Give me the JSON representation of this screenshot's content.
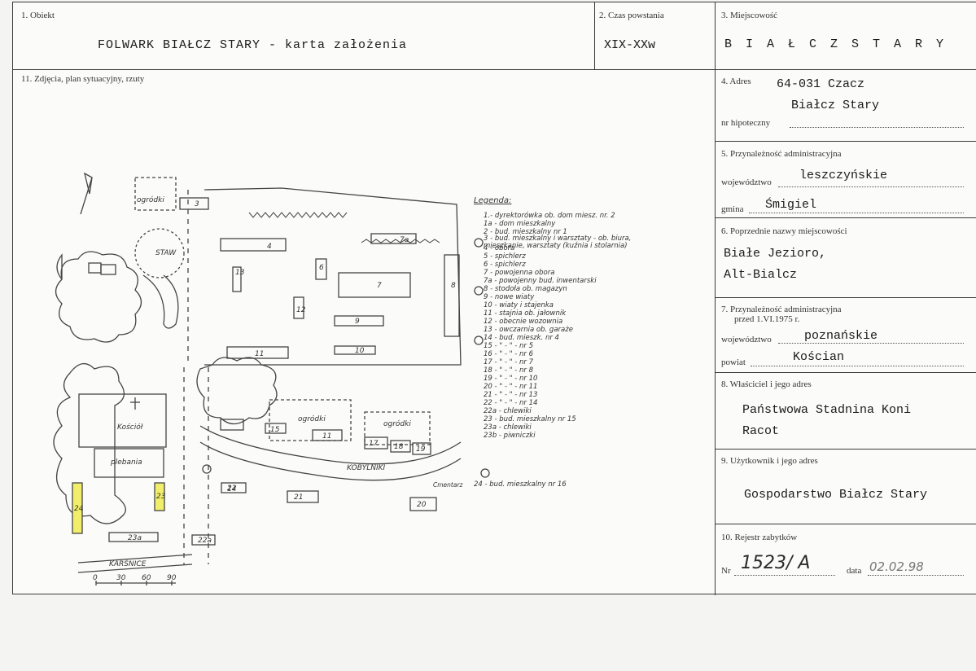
{
  "fields": {
    "obiekt": {
      "label": "1. Obiekt",
      "value": "FOLWARK BIAŁCZ STARY  -  karta założenia"
    },
    "czas": {
      "label": "2. Czas powstania",
      "value": "XIX-XXw"
    },
    "miejscowosc": {
      "label": "3. Miejscowość",
      "value": "B I A Ł C Z     S T A R Y"
    },
    "zdjecia": {
      "label": "11. Zdjęcia, plan sytuacyjny, rzuty"
    },
    "adres": {
      "label": "4. Adres",
      "line1": "64-031 Czacz",
      "line2": "Białcz Stary",
      "hipoteczny_label": "nr hipoteczny"
    },
    "przynaleznosc": {
      "label": "5. Przynależność administracyjna",
      "woj_label": "województwo",
      "woj_value": "leszczyńskie",
      "gmina_label": "gmina",
      "gmina_value": "Śmigiel"
    },
    "poprzednie": {
      "label": "6. Poprzednie nazwy miejscowości",
      "line1": "Białe Jezioro,",
      "line2": "Alt-Bialcz"
    },
    "przynaleznosc1975": {
      "label": "7. Przynależność administracyjna",
      "label2": "przed 1.VI.1975 r.",
      "woj_label": "województwo",
      "woj_value": "poznańskie",
      "powiat_label": "powiat",
      "powiat_value": "Kościan"
    },
    "wlasciciel": {
      "label": "8. Właściciel i jego adres",
      "line1": "Państwowa Stadnina Koni",
      "line2": "Racot"
    },
    "uzytkownik": {
      "label": "9. Użytkownik i jego adres",
      "value": "Gospodarstwo Białcz Stary"
    },
    "rejestr": {
      "label": "10. Rejestr zabytków",
      "nr_label": "Nr",
      "nr_value": "1523/ A",
      "data_label": "data",
      "data_value": "02.02.98"
    }
  },
  "map": {
    "legend_title": "Legenda:",
    "legend": [
      "1.- dyrektorówka ob. dom miesz. nr. 2",
      "1a - dom mieszkalny",
      "2 - bud. mieszkalny nr 1",
      "3 - bud. mieszkalny i warsztaty - ob. biura, mieszkanie, warsztaty (kuźnia i stolarnia)",
      "4 - obora",
      "5 - spichlerz",
      "6 - spichlerz",
      "7 - powojenna obora",
      "7a - powojenny bud. inwentarski",
      "8 - stodoła ob. magazyn",
      "9 - nowe wiaty",
      "10 - wiaty i stajenka",
      "11 - stajnia ob. jałownik",
      "12 - obecnie wozownia",
      "13 - owczarnia ob. garaże",
      "14 - bud. mieszk. nr 4",
      "15 - \" - \" - nr 5",
      "16 - \" - \" - nr 6",
      "17 - \" - \" - nr 7",
      "18 - \" - \" - nr 8",
      "19 - \" - \" - nr 10",
      "20 - \" - \" - nr 11",
      "21 - \" - \" - nr 13",
      "22 - \" - \" - nr 14",
      "22a - chlewiki",
      "23 - bud. mieszkalny nr 15",
      "23a - chlewiki",
      "23b - piwniczki",
      "24 - bud. mieszkalny nr 16"
    ],
    "cmentarz": "Cmentarz",
    "labels": {
      "staw": "STAW",
      "kosciol": "Kościół",
      "plebania": "plebania",
      "ogrodki": "ogródki",
      "kobylniki": "KOBYLNIKI",
      "karsnice": "KARŚNICE"
    },
    "scale": [
      "0",
      "30",
      "60",
      "90"
    ]
  },
  "colors": {
    "highlight": "#f0ee6a",
    "line": "#3a3a3a"
  }
}
